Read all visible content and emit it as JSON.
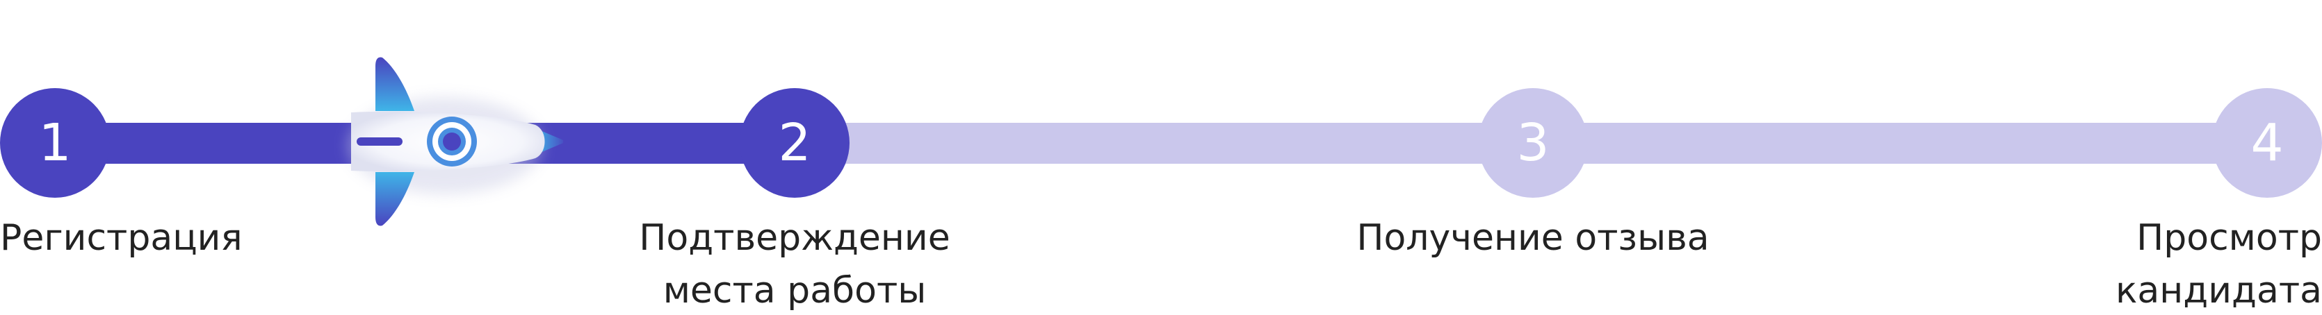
{
  "stepper": {
    "steps": [
      {
        "number": "1",
        "label": "Регистрация",
        "state": "completed"
      },
      {
        "number": "2",
        "label": "Подтверждение\nместа работы",
        "state": "current"
      },
      {
        "number": "3",
        "label": "Получение отзыва",
        "state": "pending"
      },
      {
        "number": "4",
        "label": "Просмотр\nкандидата",
        "state": "pending"
      }
    ],
    "progress_indicator_icon": "rocket-icon"
  },
  "colors": {
    "active": "#4a44bf",
    "inactive": "#cac7ec",
    "label_text": "#222222"
  }
}
